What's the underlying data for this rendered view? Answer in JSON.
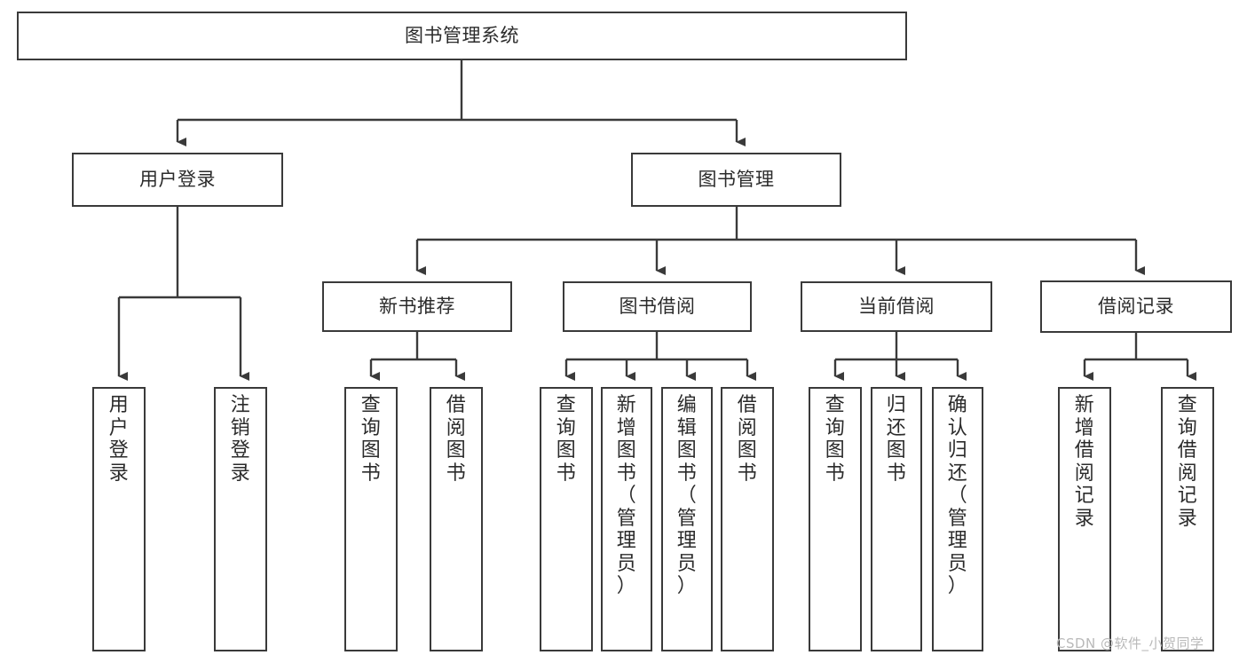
{
  "diagram": {
    "title": "图书管理系统",
    "type": "tree-hierarchy",
    "stroke_color": "#3a3a3a",
    "background_color": "#ffffff",
    "text_color": "#2b2b2b",
    "watermark": "CSDN @软件_小贺同学",
    "nodes": {
      "root": {
        "label": "图书管理系统"
      },
      "level1": [
        {
          "id": "user-login",
          "label": "用户登录"
        },
        {
          "id": "book-manage",
          "label": "图书管理"
        }
      ],
      "level2": [
        {
          "id": "new-book-recommend",
          "label": "新书推荐",
          "parent": "book-manage"
        },
        {
          "id": "book-borrow",
          "label": "图书借阅",
          "parent": "book-manage"
        },
        {
          "id": "current-borrow",
          "label": "当前借阅",
          "parent": "book-manage"
        },
        {
          "id": "borrow-record",
          "label": "借阅记录",
          "parent": "book-manage"
        }
      ],
      "leaves": [
        {
          "id": "leaf-user-login",
          "label": "用户登录",
          "parent": "user-login"
        },
        {
          "id": "leaf-logout",
          "label": "注销登录",
          "parent": "user-login"
        },
        {
          "id": "leaf-query-book-1",
          "label": "查询图书",
          "parent": "new-book-recommend"
        },
        {
          "id": "leaf-borrow-book-1",
          "label": "借阅图书",
          "parent": "new-book-recommend"
        },
        {
          "id": "leaf-query-book-2",
          "label": "查询图书",
          "parent": "book-borrow"
        },
        {
          "id": "leaf-add-book",
          "label": "新增图书（管理员）",
          "parent": "book-borrow"
        },
        {
          "id": "leaf-edit-book",
          "label": "编辑图书（管理员）",
          "parent": "book-borrow"
        },
        {
          "id": "leaf-borrow-book-2",
          "label": "借阅图书",
          "parent": "book-borrow"
        },
        {
          "id": "leaf-query-book-3",
          "label": "查询图书",
          "parent": "current-borrow"
        },
        {
          "id": "leaf-return-book",
          "label": "归还图书",
          "parent": "current-borrow"
        },
        {
          "id": "leaf-confirm-return",
          "label": "确认归还（管理员）",
          "parent": "current-borrow"
        },
        {
          "id": "leaf-add-record",
          "label": "新增借阅记录",
          "parent": "borrow-record"
        },
        {
          "id": "leaf-query-record",
          "label": "查询借阅记录",
          "parent": "borrow-record"
        }
      ]
    }
  }
}
